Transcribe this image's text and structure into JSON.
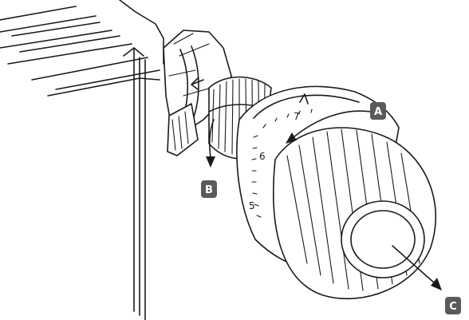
{
  "callouts": {
    "a": "A",
    "b": "B",
    "c": "C"
  },
  "scale_numbers": {
    "five": "5",
    "six": "6",
    "seven": "7"
  },
  "colors": {
    "line": "#1a1a1a",
    "badge": "#5a5a5a",
    "badge_text": "#ffffff",
    "background": "#ffffff"
  }
}
